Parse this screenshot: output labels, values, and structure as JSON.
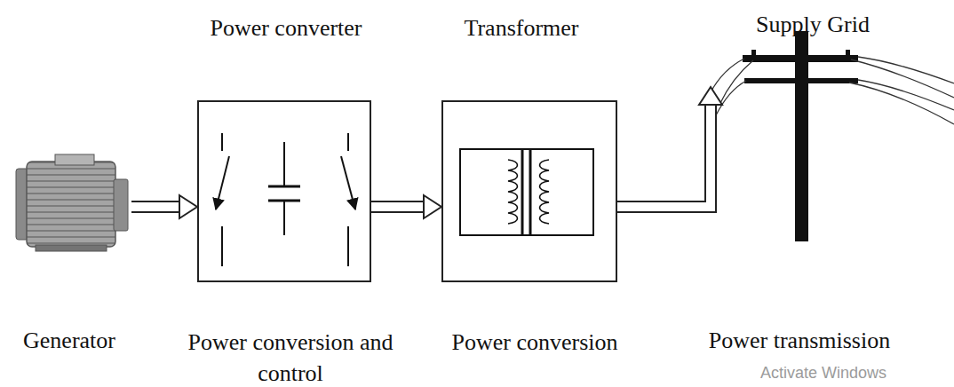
{
  "diagram": {
    "nodes": [
      {
        "text": [
          "Generator"
        ]
      },
      {
        "text": [
          "Power converter",
          "Power conversion and control"
        ]
      },
      {
        "text": [
          "Transformer",
          "Power conversion"
        ]
      },
      {
        "text": [
          "Supply Grid",
          "Power transmission"
        ]
      }
    ],
    "edges": [
      {
        "from": 0,
        "to": 1,
        "arrow": "to"
      },
      {
        "from": 1,
        "to": 2,
        "arrow": "to"
      },
      {
        "from": 2,
        "to": 3,
        "arrow": "to"
      }
    ],
    "labels": [
      "Activate Windows"
    ]
  }
}
